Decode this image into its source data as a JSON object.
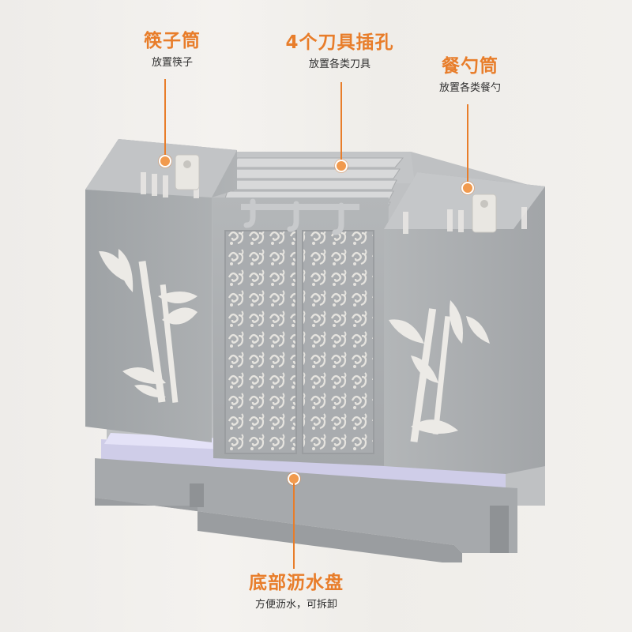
{
  "colors": {
    "accent": "#e87d2a",
    "product_gray": "#a9acae",
    "tray_lavender": "#d9d7f3"
  },
  "callouts": {
    "chopsticks": {
      "title": "筷子筒",
      "subtitle": "放置筷子"
    },
    "knives": {
      "title": "4个刀具插孔",
      "subtitle": "放置各类刀具"
    },
    "spoons": {
      "title": "餐勺筒",
      "subtitle": "放置各类餐勺"
    },
    "tray": {
      "title": "底部沥水盘",
      "subtitle": "方便沥水，可拆卸"
    }
  }
}
